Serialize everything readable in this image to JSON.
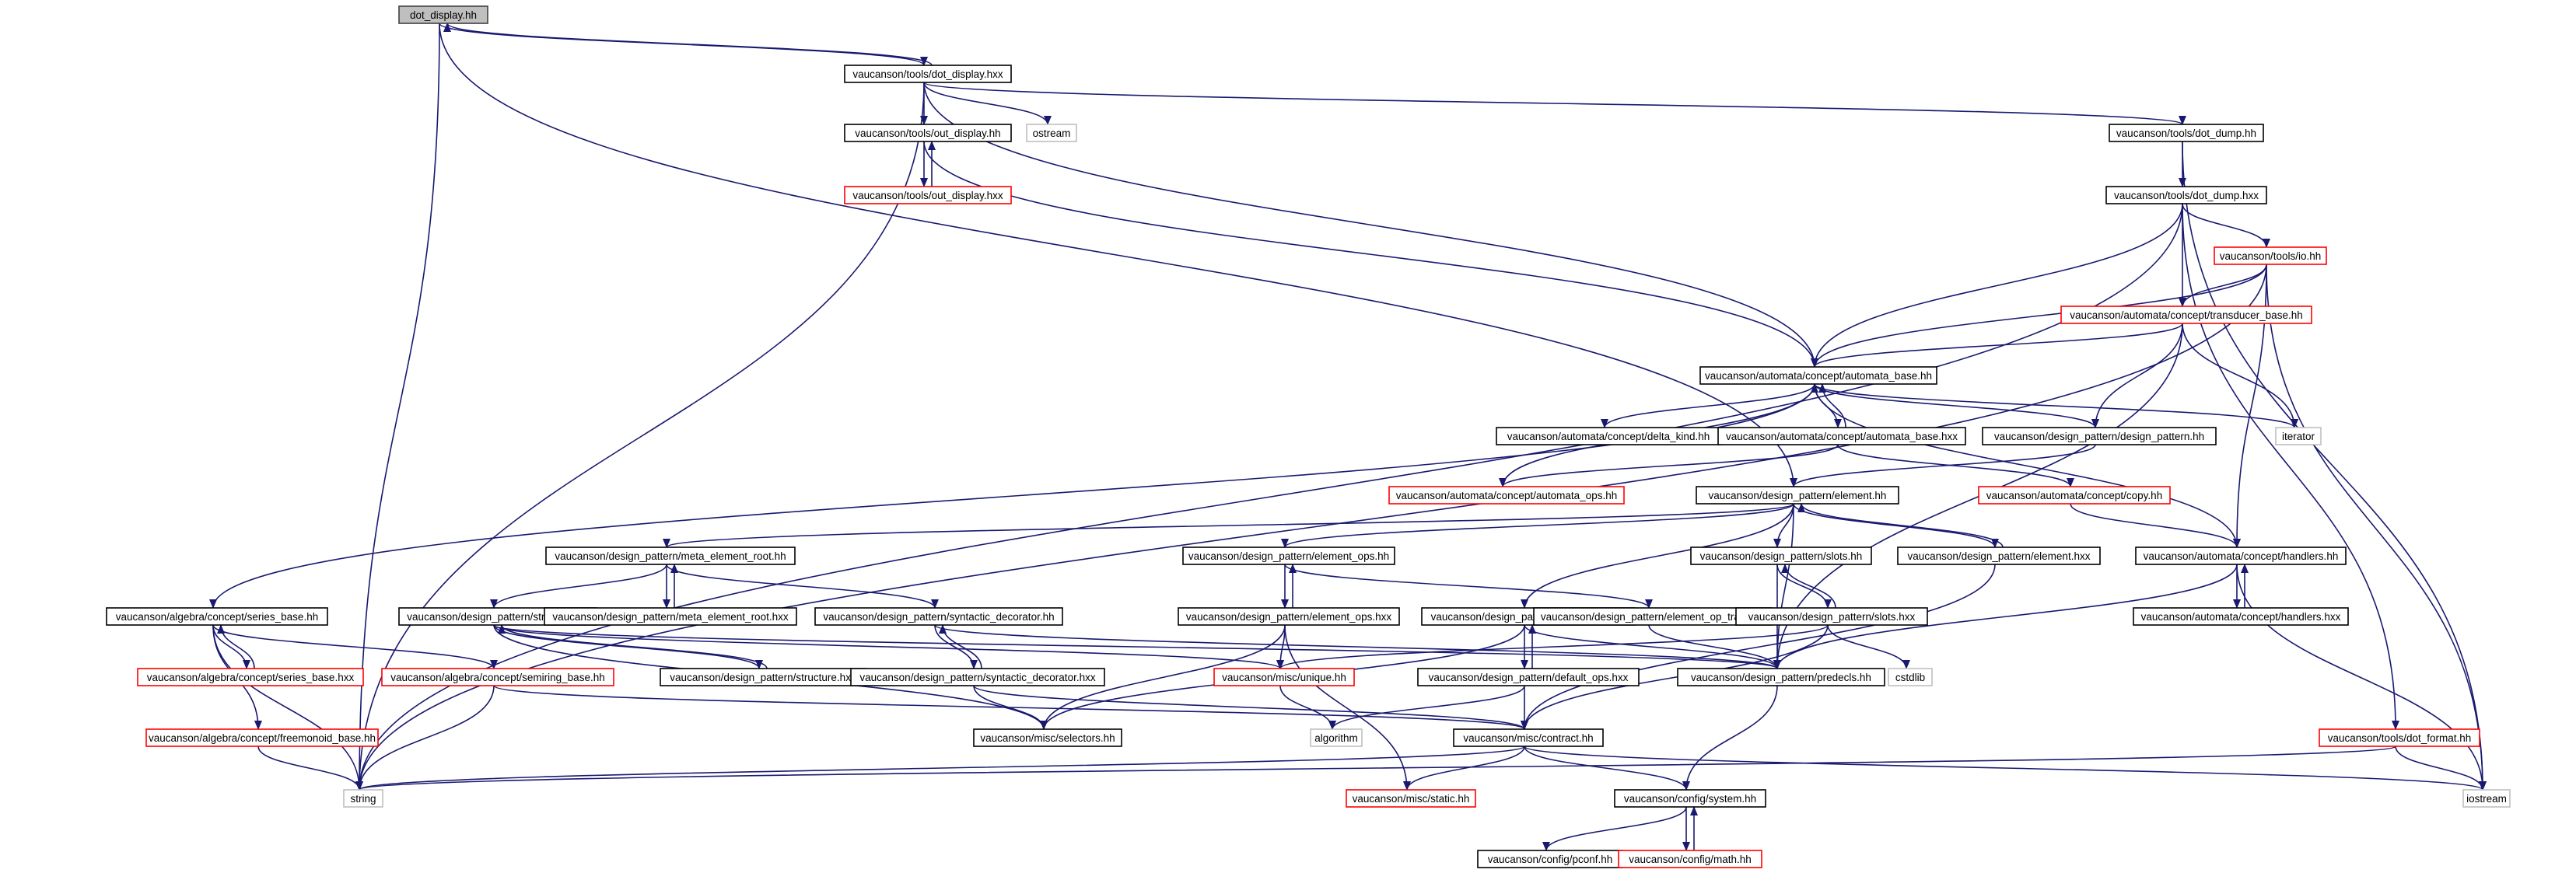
{
  "colors": {
    "edge": "#191970",
    "box_border": "#000000",
    "focus_border": "#404040",
    "focus_fill": "#bfbfbf",
    "truncated_border": "#ff0000",
    "system_border": "#bfbfbf",
    "text": "#000000",
    "background": "#ffffff"
  },
  "nodes": [
    {
      "id": "n_dot_display_hh",
      "label": "dot_display.hh",
      "kind": "focus"
    },
    {
      "id": "n_dot_display_hxx",
      "label": "vaucanson/tools/dot_display.hxx",
      "kind": "normal"
    },
    {
      "id": "n_ostream",
      "label": "ostream",
      "kind": "system"
    },
    {
      "id": "n_out_display_hh",
      "label": "vaucanson/tools/out_display.hh",
      "kind": "normal"
    },
    {
      "id": "n_out_display_hxx",
      "label": "vaucanson/tools/out_display.hxx",
      "kind": "truncated"
    },
    {
      "id": "n_dot_dump_hh",
      "label": "vaucanson/tools/dot_dump.hh",
      "kind": "normal"
    },
    {
      "id": "n_dot_dump_hxx",
      "label": "vaucanson/tools/dot_dump.hxx",
      "kind": "normal"
    },
    {
      "id": "n_io_hh",
      "label": "vaucanson/tools/io.hh",
      "kind": "truncated"
    },
    {
      "id": "n_transducer_base",
      "label": "vaucanson/automata/concept/transducer_base.hh",
      "kind": "truncated"
    },
    {
      "id": "n_automata_base_hh",
      "label": "vaucanson/automata/concept/automata_base.hh",
      "kind": "normal"
    },
    {
      "id": "n_delta_kind",
      "label": "vaucanson/automata/concept/delta_kind.hh",
      "kind": "normal"
    },
    {
      "id": "n_automata_base_hxx",
      "label": "vaucanson/automata/concept/automata_base.hxx",
      "kind": "normal"
    },
    {
      "id": "n_design_pattern_hh",
      "label": "vaucanson/design_pattern/design_pattern.hh",
      "kind": "normal"
    },
    {
      "id": "n_iterator",
      "label": "iterator",
      "kind": "system"
    },
    {
      "id": "n_automata_ops",
      "label": "vaucanson/automata/concept/automata_ops.hh",
      "kind": "truncated"
    },
    {
      "id": "n_element_hh",
      "label": "vaucanson/design_pattern/element.hh",
      "kind": "normal"
    },
    {
      "id": "n_copy_hh",
      "label": "vaucanson/automata/concept/copy.hh",
      "kind": "truncated"
    },
    {
      "id": "n_meta_root_hh",
      "label": "vaucanson/design_pattern/meta_element_root.hh",
      "kind": "normal"
    },
    {
      "id": "n_element_ops_hh",
      "label": "vaucanson/design_pattern/element_ops.hh",
      "kind": "normal"
    },
    {
      "id": "n_slots_hh",
      "label": "vaucanson/design_pattern/slots.hh",
      "kind": "normal"
    },
    {
      "id": "n_element_hxx",
      "label": "vaucanson/design_pattern/element.hxx",
      "kind": "normal"
    },
    {
      "id": "n_handlers_hh",
      "label": "vaucanson/automata/concept/handlers.hh",
      "kind": "normal"
    },
    {
      "id": "n_series_base_hh",
      "label": "vaucanson/algebra/concept/series_base.hh",
      "kind": "normal"
    },
    {
      "id": "n_structure_hh",
      "label": "vaucanson/design_pattern/structure.hh",
      "kind": "normal"
    },
    {
      "id": "n_meta_root_hxx",
      "label": "vaucanson/design_pattern/meta_element_root.hxx",
      "kind": "normal"
    },
    {
      "id": "n_syntactic_hh",
      "label": "vaucanson/design_pattern/syntactic_decorator.hh",
      "kind": "normal"
    },
    {
      "id": "n_element_ops_hxx",
      "label": "vaucanson/design_pattern/element_ops.hxx",
      "kind": "normal"
    },
    {
      "id": "n_default_ops_hh",
      "label": "vaucanson/design_pattern/default_ops.hh",
      "kind": "normal"
    },
    {
      "id": "n_element_op_traits",
      "label": "vaucanson/design_pattern/element_op_traits.hh",
      "kind": "normal"
    },
    {
      "id": "n_slots_hxx",
      "label": "vaucanson/design_pattern/slots.hxx",
      "kind": "normal"
    },
    {
      "id": "n_handlers_hxx",
      "label": "vaucanson/automata/concept/handlers.hxx",
      "kind": "normal"
    },
    {
      "id": "n_series_base_hxx",
      "label": "vaucanson/algebra/concept/series_base.hxx",
      "kind": "truncated"
    },
    {
      "id": "n_semiring_base",
      "label": "vaucanson/algebra/concept/semiring_base.hh",
      "kind": "truncated"
    },
    {
      "id": "n_structure_hxx",
      "label": "vaucanson/design_pattern/structure.hxx",
      "kind": "normal"
    },
    {
      "id": "n_syntactic_hxx",
      "label": "vaucanson/design_pattern/syntactic_decorator.hxx",
      "kind": "normal"
    },
    {
      "id": "n_unique_hh",
      "label": "vaucanson/misc/unique.hh",
      "kind": "truncated"
    },
    {
      "id": "n_default_ops_hxx",
      "label": "vaucanson/design_pattern/default_ops.hxx",
      "kind": "normal"
    },
    {
      "id": "n_predecls",
      "label": "vaucanson/design_pattern/predecls.hh",
      "kind": "normal"
    },
    {
      "id": "n_cstdlib",
      "label": "cstdlib",
      "kind": "system"
    },
    {
      "id": "n_freemonoid",
      "label": "vaucanson/algebra/concept/freemonoid_base.hh",
      "kind": "truncated"
    },
    {
      "id": "n_selectors",
      "label": "vaucanson/misc/selectors.hh",
      "kind": "normal"
    },
    {
      "id": "n_algorithm",
      "label": "algorithm",
      "kind": "system"
    },
    {
      "id": "n_contract",
      "label": "vaucanson/misc/contract.hh",
      "kind": "normal"
    },
    {
      "id": "n_dot_format",
      "label": "vaucanson/tools/dot_format.hh",
      "kind": "truncated"
    },
    {
      "id": "n_string",
      "label": "string",
      "kind": "system"
    },
    {
      "id": "n_static",
      "label": "vaucanson/misc/static.hh",
      "kind": "truncated"
    },
    {
      "id": "n_system_hh",
      "label": "vaucanson/config/system.hh",
      "kind": "normal"
    },
    {
      "id": "n_iostream",
      "label": "iostream",
      "kind": "system"
    },
    {
      "id": "n_pconf",
      "label": "vaucanson/config/pconf.hh",
      "kind": "normal"
    },
    {
      "id": "n_math_hh",
      "label": "vaucanson/config/math.hh",
      "kind": "truncated"
    }
  ],
  "edges": [
    [
      "n_dot_display_hh",
      "n_dot_display_hxx"
    ],
    [
      "n_dot_display_hxx",
      "n_dot_display_hh"
    ],
    [
      "n_dot_display_hh",
      "n_string"
    ],
    [
      "n_dot_display_hh",
      "n_element_hh"
    ],
    [
      "n_dot_display_hxx",
      "n_ostream"
    ],
    [
      "n_dot_display_hxx",
      "n_out_display_hh"
    ],
    [
      "n_dot_display_hxx",
      "n_dot_dump_hh"
    ],
    [
      "n_dot_display_hxx",
      "n_automata_base_hh"
    ],
    [
      "n_dot_display_hxx",
      "n_string"
    ],
    [
      "n_out_display_hh",
      "n_out_display_hxx"
    ],
    [
      "n_out_display_hxx",
      "n_out_display_hh"
    ],
    [
      "n_out_display_hh",
      "n_automata_base_hh"
    ],
    [
      "n_dot_dump_hh",
      "n_dot_dump_hxx"
    ],
    [
      "n_dot_dump_hh",
      "n_iostream"
    ],
    [
      "n_dot_dump_hxx",
      "n_io_hh"
    ],
    [
      "n_dot_dump_hxx",
      "n_transducer_base"
    ],
    [
      "n_dot_dump_hxx",
      "n_automata_base_hh"
    ],
    [
      "n_dot_dump_hxx",
      "n_dot_format"
    ],
    [
      "n_dot_dump_hxx",
      "n_string"
    ],
    [
      "n_io_hh",
      "n_transducer_base"
    ],
    [
      "n_io_hh",
      "n_automata_base_hh"
    ],
    [
      "n_io_hh",
      "n_handlers_hh"
    ],
    [
      "n_io_hh",
      "n_iostream"
    ],
    [
      "n_io_hh",
      "n_string"
    ],
    [
      "n_transducer_base",
      "n_automata_base_hh"
    ],
    [
      "n_transducer_base",
      "n_design_pattern_hh"
    ],
    [
      "n_transducer_base",
      "n_iterator"
    ],
    [
      "n_transducer_base",
      "n_predecls"
    ],
    [
      "n_automata_base_hh",
      "n_delta_kind"
    ],
    [
      "n_automata_base_hh",
      "n_automata_base_hxx"
    ],
    [
      "n_automata_base_hxx",
      "n_automata_base_hh"
    ],
    [
      "n_automata_base_hh",
      "n_design_pattern_hh"
    ],
    [
      "n_automata_base_hh",
      "n_iterator"
    ],
    [
      "n_automata_base_hh",
      "n_handlers_hh"
    ],
    [
      "n_automata_base_hh",
      "n_series_base_hh"
    ],
    [
      "n_automata_ops",
      "n_automata_base_hh"
    ],
    [
      "n_automata_base_hxx",
      "n_automata_ops"
    ],
    [
      "n_automata_base_hxx",
      "n_copy_hh"
    ],
    [
      "n_design_pattern_hh",
      "n_element_hh"
    ],
    [
      "n_copy_hh",
      "n_handlers_hh"
    ],
    [
      "n_element_hh",
      "n_meta_root_hh"
    ],
    [
      "n_element_hh",
      "n_element_ops_hh"
    ],
    [
      "n_element_hh",
      "n_slots_hh"
    ],
    [
      "n_element_hh",
      "n_element_hxx"
    ],
    [
      "n_element_hxx",
      "n_element_hh"
    ],
    [
      "n_element_hh",
      "n_default_ops_hh"
    ],
    [
      "n_element_hh",
      "n_predecls"
    ],
    [
      "n_handlers_hh",
      "n_handlers_hxx"
    ],
    [
      "n_handlers_hxx",
      "n_handlers_hh"
    ],
    [
      "n_handlers_hh",
      "n_predecls"
    ],
    [
      "n_handlers_hh",
      "n_iostream"
    ],
    [
      "n_meta_root_hh",
      "n_structure_hh"
    ],
    [
      "n_meta_root_hh",
      "n_meta_root_hxx"
    ],
    [
      "n_meta_root_hxx",
      "n_meta_root_hh"
    ],
    [
      "n_meta_root_hh",
      "n_syntactic_hh"
    ],
    [
      "n_element_ops_hh",
      "n_element_ops_hxx"
    ],
    [
      "n_element_ops_hxx",
      "n_element_ops_hh"
    ],
    [
      "n_element_ops_hh",
      "n_element_op_traits"
    ],
    [
      "n_slots_hh",
      "n_slots_hxx"
    ],
    [
      "n_slots_hxx",
      "n_slots_hh"
    ],
    [
      "n_slots_hh",
      "n_predecls"
    ],
    [
      "n_element_hxx",
      "n_contract"
    ],
    [
      "n_series_base_hh",
      "n_series_base_hxx"
    ],
    [
      "n_series_base_hxx",
      "n_series_base_hh"
    ],
    [
      "n_series_base_hh",
      "n_semiring_base"
    ],
    [
      "n_series_base_hh",
      "n_freemonoid"
    ],
    [
      "n_series_base_hh",
      "n_string"
    ],
    [
      "n_structure_hh",
      "n_structure_hxx"
    ],
    [
      "n_structure_hxx",
      "n_structure_hh"
    ],
    [
      "n_structure_hh",
      "n_unique_hh"
    ],
    [
      "n_structure_hh",
      "n_predecls"
    ],
    [
      "n_structure_hh",
      "n_selectors"
    ],
    [
      "n_syntactic_hh",
      "n_syntactic_hxx"
    ],
    [
      "n_syntactic_hxx",
      "n_syntactic_hh"
    ],
    [
      "n_syntactic_hh",
      "n_predecls"
    ],
    [
      "n_syntactic_hxx",
      "n_selectors"
    ],
    [
      "n_syntactic_hxx",
      "n_contract"
    ],
    [
      "n_element_ops_hxx",
      "n_unique_hh"
    ],
    [
      "n_element_ops_hxx",
      "n_selectors"
    ],
    [
      "n_element_ops_hxx",
      "n_static"
    ],
    [
      "n_default_ops_hh",
      "n_default_ops_hxx"
    ],
    [
      "n_default_ops_hxx",
      "n_default_ops_hh"
    ],
    [
      "n_default_ops_hh",
      "n_predecls"
    ],
    [
      "n_default_ops_hh",
      "n_selectors"
    ],
    [
      "n_default_ops_hxx",
      "n_contract"
    ],
    [
      "n_default_ops_hxx",
      "n_algorithm"
    ],
    [
      "n_element_op_traits",
      "n_predecls"
    ],
    [
      "n_slots_hxx",
      "n_unique_hh"
    ],
    [
      "n_slots_hxx",
      "n_cstdlib"
    ],
    [
      "n_slots_hxx",
      "n_contract"
    ],
    [
      "n_semiring_base",
      "n_string"
    ],
    [
      "n_semiring_base",
      "n_contract"
    ],
    [
      "n_unique_hh",
      "n_algorithm"
    ],
    [
      "n_predecls",
      "n_system_hh"
    ],
    [
      "n_freemonoid",
      "n_string"
    ],
    [
      "n_contract",
      "n_string"
    ],
    [
      "n_contract",
      "n_static"
    ],
    [
      "n_contract",
      "n_system_hh"
    ],
    [
      "n_contract",
      "n_iostream"
    ],
    [
      "n_dot_format",
      "n_iostream"
    ],
    [
      "n_dot_format",
      "n_string"
    ],
    [
      "n_system_hh",
      "n_pconf"
    ],
    [
      "n_system_hh",
      "n_math_hh"
    ],
    [
      "n_math_hh",
      "n_system_hh"
    ]
  ]
}
